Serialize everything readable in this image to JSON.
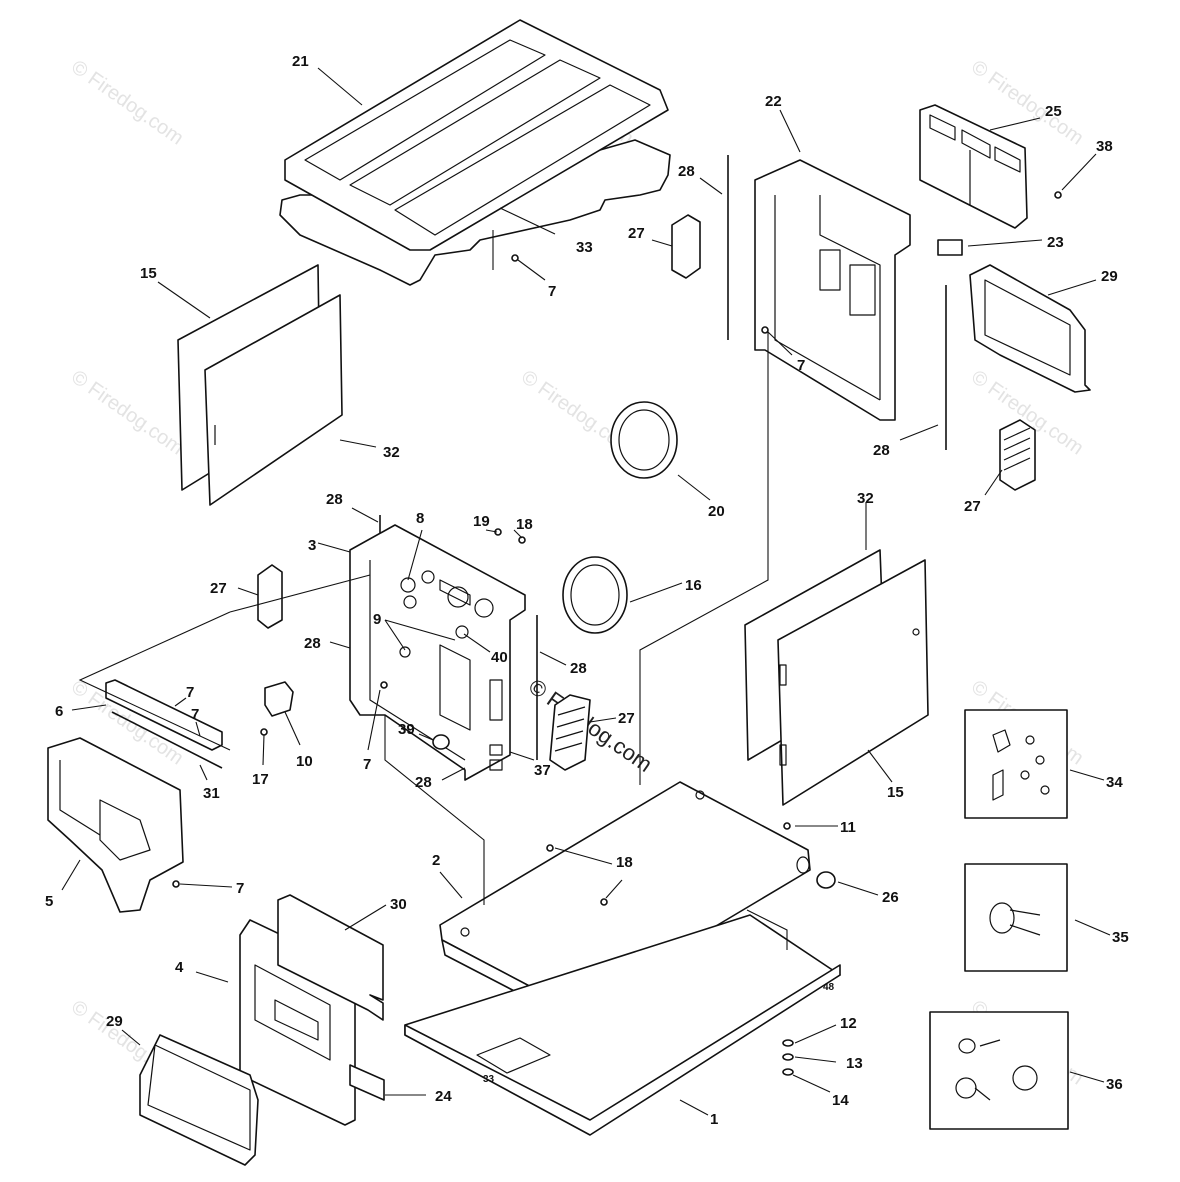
{
  "watermark": {
    "text": "© Firedog.com",
    "center_text": "© Firedog.com"
  },
  "panel_labels": {
    "base_front": "33",
    "base_side": "48"
  },
  "callouts": [
    {
      "id": "c21",
      "text": "21"
    },
    {
      "id": "c33a",
      "text": "33"
    },
    {
      "id": "c7a",
      "text": "7"
    },
    {
      "id": "c15a",
      "text": "15"
    },
    {
      "id": "c32a",
      "text": "32"
    },
    {
      "id": "c28a",
      "text": "28"
    },
    {
      "id": "c27a",
      "text": "27"
    },
    {
      "id": "c22",
      "text": "22"
    },
    {
      "id": "c25",
      "text": "25"
    },
    {
      "id": "c38",
      "text": "38"
    },
    {
      "id": "c23",
      "text": "23"
    },
    {
      "id": "c29a",
      "text": "29"
    },
    {
      "id": "c7b",
      "text": "7"
    },
    {
      "id": "c28b",
      "text": "28"
    },
    {
      "id": "c27b",
      "text": "27"
    },
    {
      "id": "c20",
      "text": "20"
    },
    {
      "id": "c28c",
      "text": "28"
    },
    {
      "id": "c3",
      "text": "3"
    },
    {
      "id": "c8",
      "text": "8"
    },
    {
      "id": "c19",
      "text": "19"
    },
    {
      "id": "c18a",
      "text": "18"
    },
    {
      "id": "c27c",
      "text": "27"
    },
    {
      "id": "c28d",
      "text": "28"
    },
    {
      "id": "c9",
      "text": "9"
    },
    {
      "id": "c40",
      "text": "40"
    },
    {
      "id": "c16",
      "text": "16"
    },
    {
      "id": "c28e",
      "text": "28"
    },
    {
      "id": "c32b",
      "text": "32"
    },
    {
      "id": "c6",
      "text": "6"
    },
    {
      "id": "c7c",
      "text": "7"
    },
    {
      "id": "c7d",
      "text": "7"
    },
    {
      "id": "c10",
      "text": "10"
    },
    {
      "id": "c17",
      "text": "17"
    },
    {
      "id": "c39",
      "text": "39"
    },
    {
      "id": "c7e",
      "text": "7"
    },
    {
      "id": "c28f",
      "text": "28"
    },
    {
      "id": "c37",
      "text": "37"
    },
    {
      "id": "c27d",
      "text": "27"
    },
    {
      "id": "c31",
      "text": "31"
    },
    {
      "id": "c15b",
      "text": "15"
    },
    {
      "id": "c34",
      "text": "34"
    },
    {
      "id": "c11",
      "text": "11"
    },
    {
      "id": "c2",
      "text": "2"
    },
    {
      "id": "c18b",
      "text": "18"
    },
    {
      "id": "c26",
      "text": "26"
    },
    {
      "id": "c5",
      "text": "5"
    },
    {
      "id": "c7f",
      "text": "7"
    },
    {
      "id": "c30",
      "text": "30"
    },
    {
      "id": "c35",
      "text": "35"
    },
    {
      "id": "c4",
      "text": "4"
    },
    {
      "id": "c29b",
      "text": "29"
    },
    {
      "id": "c12",
      "text": "12"
    },
    {
      "id": "c13",
      "text": "13"
    },
    {
      "id": "c14",
      "text": "14"
    },
    {
      "id": "c36",
      "text": "36"
    },
    {
      "id": "c24",
      "text": "24"
    },
    {
      "id": "c1",
      "text": "1"
    }
  ]
}
